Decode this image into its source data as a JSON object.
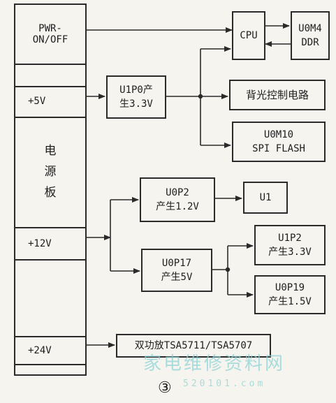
{
  "power_board": {
    "pwr_line1": "PWR-",
    "pwr_line2": "ON/OFF",
    "v5": "+5V",
    "title_chars": [
      "电",
      "源",
      "板"
    ],
    "v12": "+12V",
    "v24": "+24V"
  },
  "blocks": {
    "cpu": "CPU",
    "ddr_line1": "U0M4",
    "ddr_line2": "DDR",
    "u1p0_line1": "U1P0产",
    "u1p0_line2": "生3.3V",
    "backlight": "背光控制电路",
    "flash_line1": "U0M10",
    "flash_line2": "SPI FLASH",
    "u0p2_line1": "U0P2",
    "u0p2_line2": "产生1.2V",
    "u1": "U1",
    "u0p17_line1": "U0P17",
    "u0p17_line2": "产生5V",
    "u1p2_line1": "U1P2",
    "u1p2_line2": "产生3.3V",
    "u0p19_line1": "U0P19",
    "u0p19_line2": "产生1.5V",
    "amp": "双功放TSA5711/TSA5707"
  },
  "figure_label": "③",
  "watermark": {
    "text": "家电维修资料网",
    "sub": "520101.com"
  }
}
